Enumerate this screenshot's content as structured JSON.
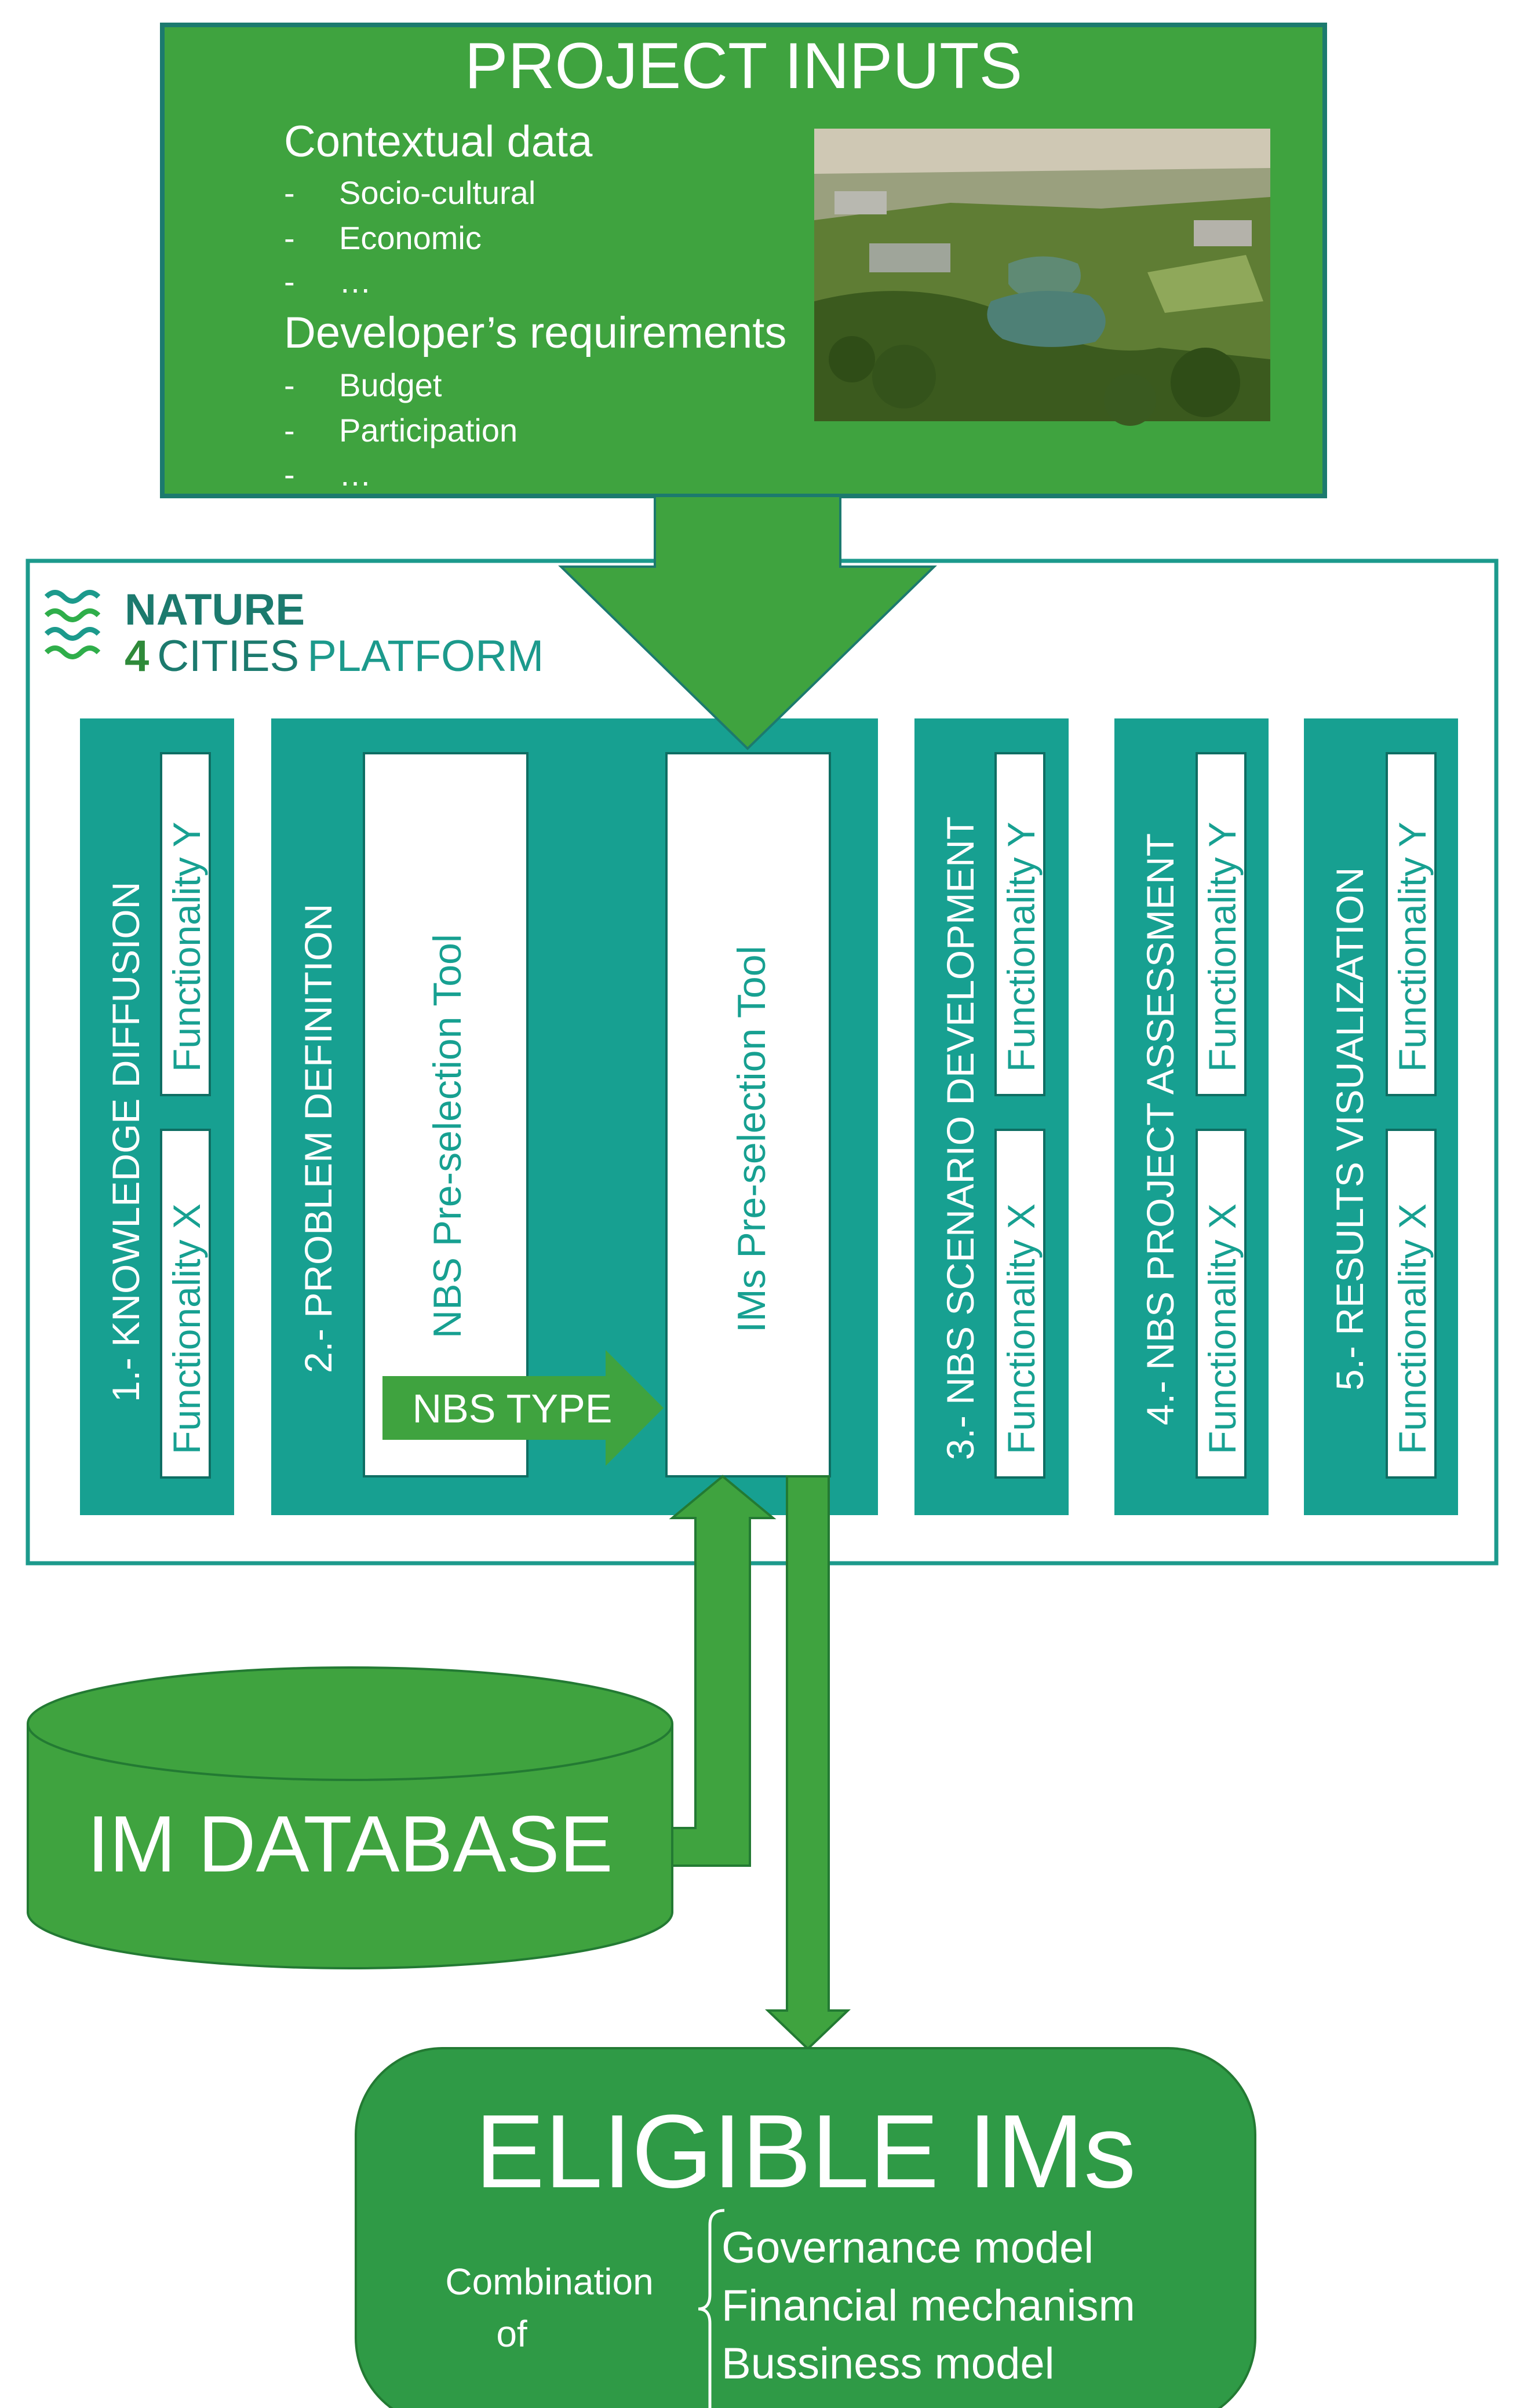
{
  "colors": {
    "green": "#3fa33f",
    "green_dark": "#2f8a3a",
    "teal": "#17a091",
    "teal_border": "#1c9a8c",
    "white": "#ffffff"
  },
  "project_inputs": {
    "title": "PROJECT INPUTS",
    "contextual_heading": "Contextual data",
    "contextual_items": [
      "Socio-cultural",
      "Economic",
      "…"
    ],
    "developer_heading": "Developer’s requirements",
    "developer_items": [
      "Budget",
      "Participation",
      "…"
    ],
    "bullet": "-"
  },
  "platform": {
    "logo_line1": "NATURE",
    "logo_line2_num": "4",
    "logo_line2_word": "CITIES",
    "logo_line2_platform": "PLATFORM",
    "columns": {
      "knowledge": "1.- KNOWLEDGE DIFFUSION",
      "problem": "2.- PROBLEM DEFINITION",
      "scenario": "3.- NBS SCENARIO DEVELOPMENT",
      "assessment": "4.- NBS PROJECT ASSESSMENT",
      "visualization": "5.- RESULTS VISUALIZATION"
    },
    "functionality_x": "Functionality X",
    "functionality_y": "Functionality Y",
    "nbs_tool": "NBS Pre-selection Tool",
    "ims_tool": "IMs Pre-selection Tool",
    "nbs_type": "NBS TYPE"
  },
  "database": {
    "label": "IM DATABASE"
  },
  "eligible": {
    "title": "ELIGIBLE IMs",
    "combination": "Combination",
    "of": "of",
    "items": [
      "Governance model",
      "Financial mechanism",
      "Bussiness model"
    ]
  }
}
